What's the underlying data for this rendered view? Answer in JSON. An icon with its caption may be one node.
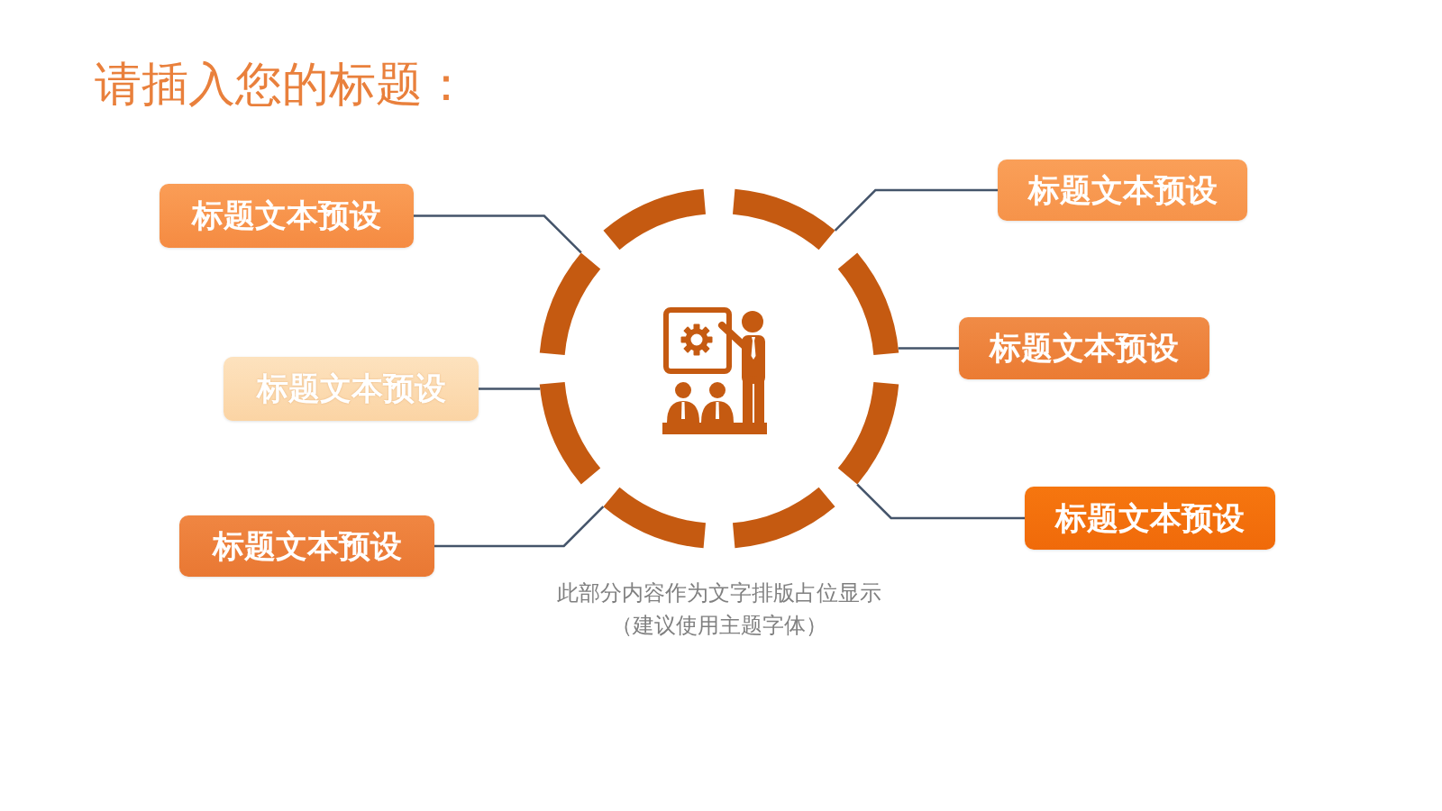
{
  "diagram": {
    "title": "请插入您的标题：",
    "nodes": [
      {
        "text": [
          "标题文本预设"
        ]
      },
      {
        "text": [
          "标题文本预设"
        ]
      },
      {
        "text": [
          "标题文本预设"
        ]
      },
      {
        "text": [
          "标题文本预设"
        ]
      },
      {
        "text": [
          "标题文本预设"
        ]
      },
      {
        "text": [
          "标题文本预设"
        ]
      },
      {
        "text": [],
        "shape": "arc"
      },
      {
        "text": [],
        "shape": "arc"
      },
      {
        "text": [],
        "shape": "arc"
      },
      {
        "text": [],
        "shape": "arc"
      },
      {
        "text": [],
        "shape": "arc"
      },
      {
        "text": [],
        "shape": "arc"
      },
      {
        "text": [],
        "shape": "arc"
      },
      {
        "text": [],
        "shape": "arc"
      }
    ],
    "edges": [
      {
        "from": 0,
        "to": 13,
        "arrow": "none"
      },
      {
        "from": 1,
        "to": 7,
        "arrow": "none"
      },
      {
        "from": 2,
        "to": 12,
        "arrow": "none"
      },
      {
        "from": 3,
        "to": 8,
        "arrow": "none"
      },
      {
        "from": 4,
        "to": 11,
        "arrow": "none"
      },
      {
        "from": 5,
        "to": 9,
        "arrow": "none"
      }
    ],
    "labels": [
      "此部分内容作为文字排版占位显示（建议使用主题字体）"
    ]
  }
}
